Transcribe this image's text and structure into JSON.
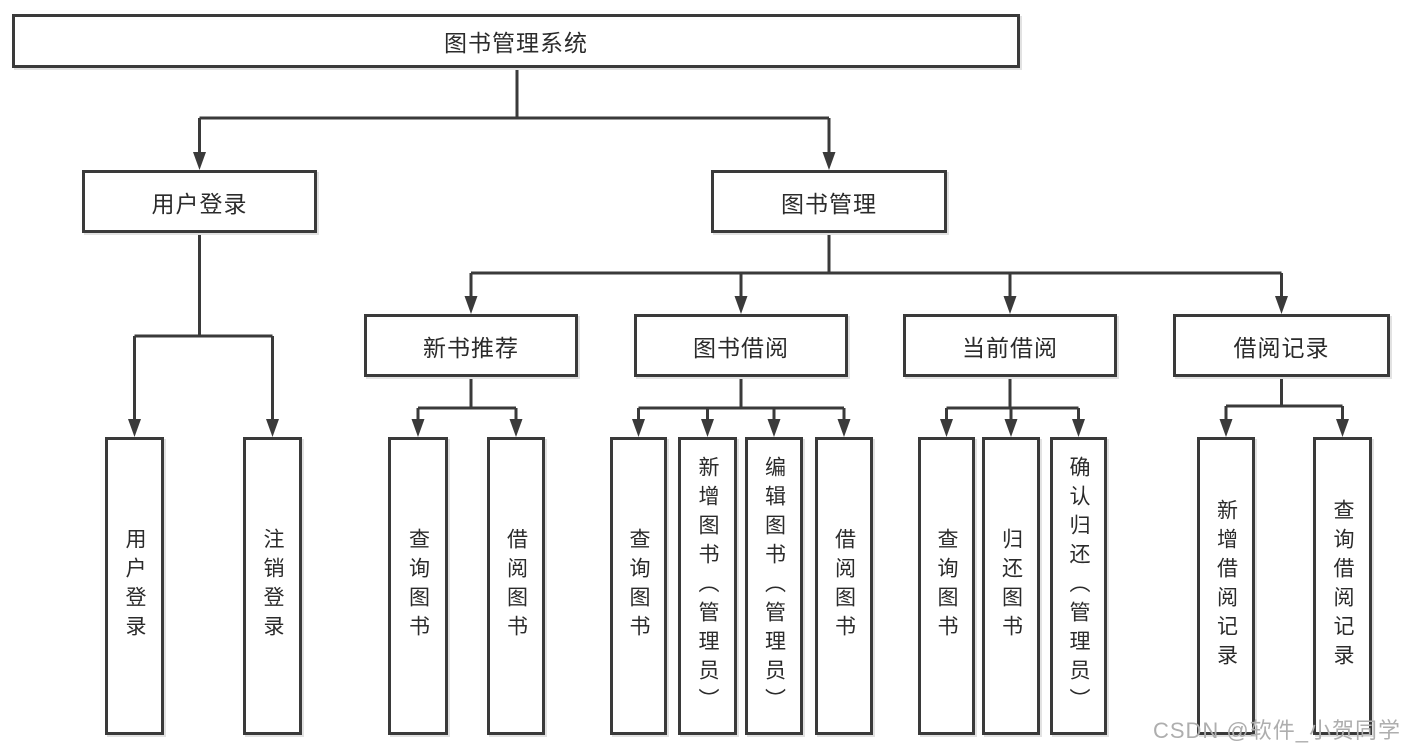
{
  "diagram": {
    "root": {
      "label": "图书管理系统"
    },
    "branches": [
      {
        "label": "用户登录",
        "children": [
          "用户登录",
          "注销登录"
        ]
      },
      {
        "label": "图书管理",
        "sections": [
          {
            "label": "新书推荐",
            "children": [
              "查询图书",
              "借阅图书"
            ]
          },
          {
            "label": "图书借阅",
            "children": [
              "查询图书",
              "新增图书（管理员）",
              "编辑图书（管理员）",
              "借阅图书"
            ]
          },
          {
            "label": "当前借阅",
            "children": [
              "查询图书",
              "归还图书",
              "确认归还（管理员）"
            ]
          },
          {
            "label": "借阅记录",
            "children": [
              "新增借阅记录",
              "查询借阅记录"
            ]
          }
        ]
      }
    ]
  },
  "watermark": {
    "text": "CSDN @软件_小贺同学"
  },
  "colors": {
    "line": "#3a3a3a",
    "box_border": "#3a3a3a",
    "text": "#2b2b2b",
    "watermark": "#aeaeae",
    "background": "#ffffff"
  }
}
